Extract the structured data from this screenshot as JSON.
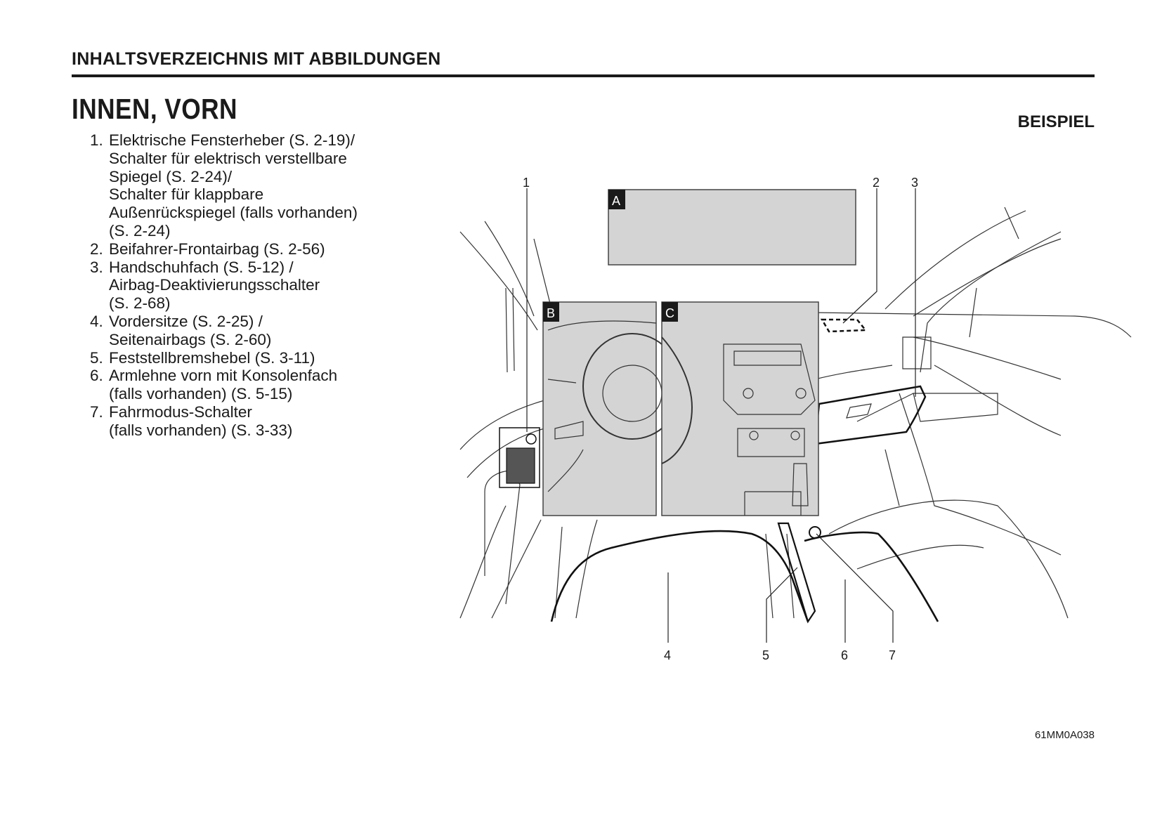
{
  "header": "INHALTSVERZEICHNIS MIT ABBILDUNGEN",
  "title": "INNEN, VORN",
  "note": "BEISPIEL",
  "items": [
    {
      "num": "1.",
      "lines": [
        "Elektrische Fensterheber (S. 2-19)/",
        "Schalter für elektrisch verstellbare",
        "Spiegel (S. 2-24)/",
        "Schalter für klappbare",
        "Außenrückspiegel (falls vorhanden)",
        "(S. 2-24)"
      ]
    },
    {
      "num": "2.",
      "lines": [
        "Beifahrer-Frontairbag (S. 2-56)"
      ]
    },
    {
      "num": "3.",
      "lines": [
        "Handschuhfach (S. 5-12) /",
        "Airbag-Deaktivierungsschalter",
        "(S. 2-68)"
      ]
    },
    {
      "num": "4.",
      "lines": [
        "Vordersitze (S. 2-25) /",
        "Seitenairbags (S. 2-60)"
      ]
    },
    {
      "num": "5.",
      "lines": [
        "Feststellbremshebel (S. 3-11)"
      ]
    },
    {
      "num": "6.",
      "lines": [
        "Armlehne vorn mit Konsolenfach",
        "(falls vorhanden) (S. 5-15)"
      ]
    },
    {
      "num": "7.",
      "lines": [
        "Fahrmodus-Schalter",
        "(falls vorhanden) (S. 3-33)"
      ]
    }
  ],
  "figure": {
    "callouts": [
      "1",
      "2",
      "3",
      "4",
      "5",
      "6",
      "7"
    ],
    "panels": [
      "A",
      "B",
      "C"
    ],
    "code": "61MM0A038",
    "panel_fill": "#d4d4d4"
  }
}
